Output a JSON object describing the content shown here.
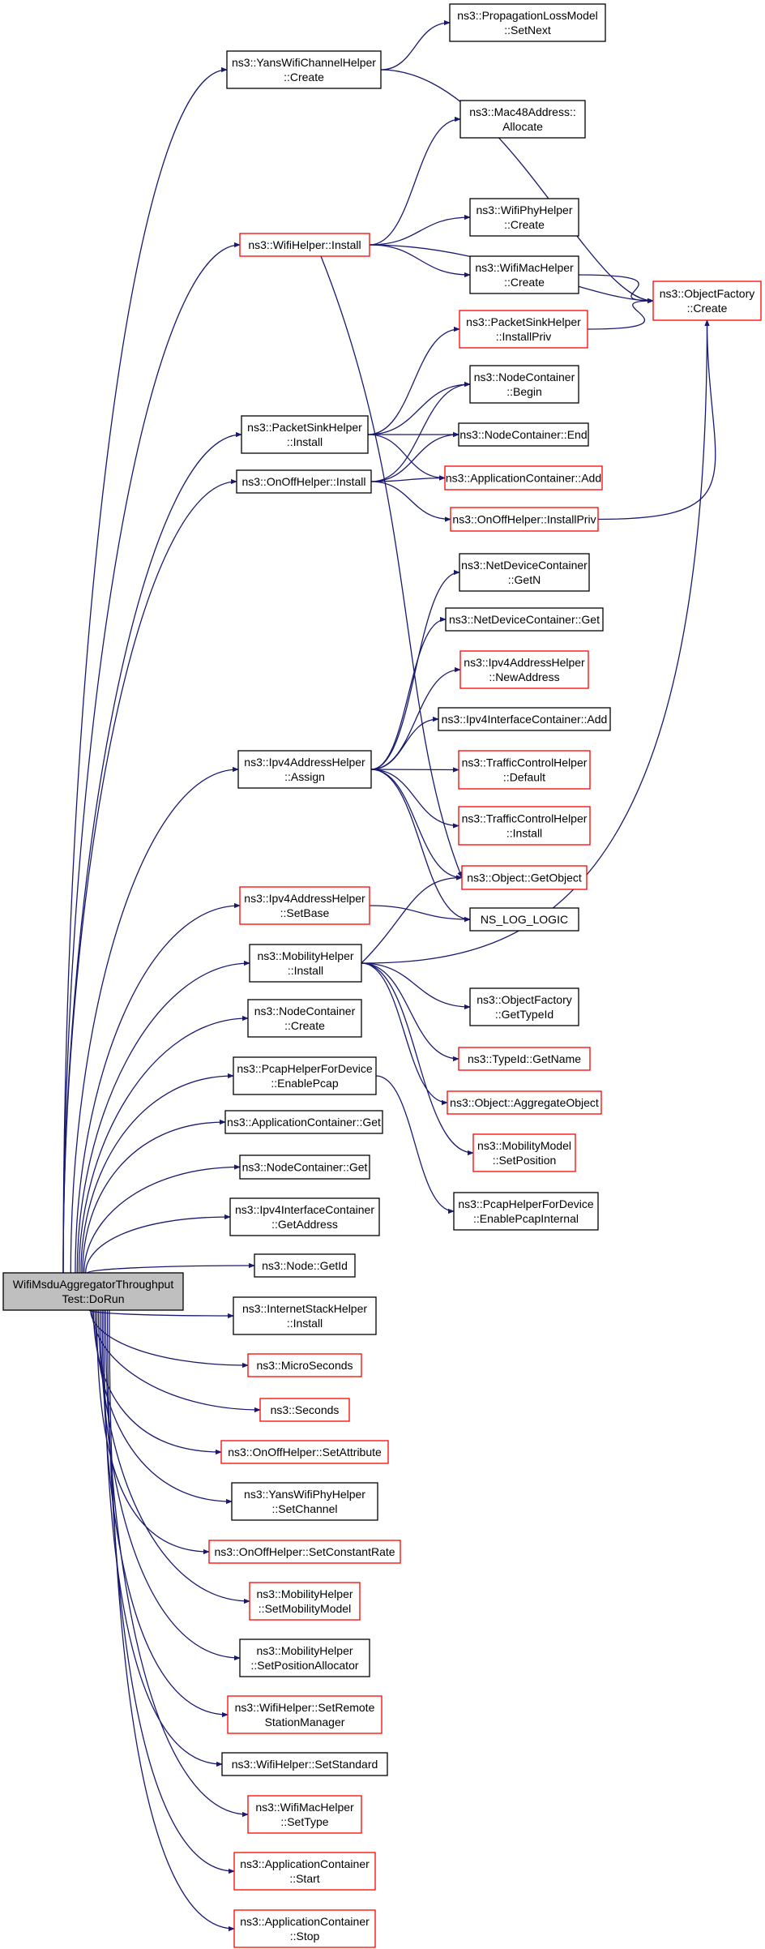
{
  "colors": {
    "edge": "#191970",
    "border_normal": "#000000",
    "border_truncated": "#ff0000",
    "root_fill": "#bfbfbf",
    "node_fill": "#ffffff"
  },
  "root": {
    "id": "root",
    "lines": [
      "WifiMsduAggregatorThroughput",
      "Test::DoRun"
    ]
  },
  "nodes": [
    {
      "id": "yans_channel_create",
      "lines": [
        "ns3::YansWifiChannelHelper",
        "::Create"
      ],
      "truncated": false
    },
    {
      "id": "prop_setnext",
      "lines": [
        "ns3::PropagationLossModel",
        "::SetNext"
      ],
      "truncated": false
    },
    {
      "id": "mac48_allocate",
      "lines": [
        "ns3::Mac48Address::",
        "Allocate"
      ],
      "truncated": false
    },
    {
      "id": "wifi_install",
      "lines": [
        "ns3::WifiHelper::Install"
      ],
      "truncated": true
    },
    {
      "id": "wifiphy_create",
      "lines": [
        "ns3::WifiPhyHelper",
        "::Create"
      ],
      "truncated": false
    },
    {
      "id": "wifimac_create",
      "lines": [
        "ns3::WifiMacHelper",
        "::Create"
      ],
      "truncated": false
    },
    {
      "id": "objfactory_create",
      "lines": [
        "ns3::ObjectFactory",
        "::Create"
      ],
      "truncated": true
    },
    {
      "id": "packetsink_installpriv",
      "lines": [
        "ns3::PacketSinkHelper",
        "::InstallPriv"
      ],
      "truncated": true
    },
    {
      "id": "nodecontainer_begin",
      "lines": [
        "ns3::NodeContainer",
        "::Begin"
      ],
      "truncated": false
    },
    {
      "id": "packetsink_install",
      "lines": [
        "ns3::PacketSinkHelper",
        "::Install"
      ],
      "truncated": false
    },
    {
      "id": "nodecontainer_end",
      "lines": [
        "ns3::NodeContainer::End"
      ],
      "truncated": false
    },
    {
      "id": "onoff_install",
      "lines": [
        "ns3::OnOffHelper::Install"
      ],
      "truncated": false
    },
    {
      "id": "appcontainer_add",
      "lines": [
        "ns3::ApplicationContainer::Add"
      ],
      "truncated": true
    },
    {
      "id": "onoff_installpriv",
      "lines": [
        "ns3::OnOffHelper::InstallPriv"
      ],
      "truncated": true
    },
    {
      "id": "netdev_getn",
      "lines": [
        "ns3::NetDeviceContainer",
        "::GetN"
      ],
      "truncated": false
    },
    {
      "id": "netdev_get",
      "lines": [
        "ns3::NetDeviceContainer::Get"
      ],
      "truncated": false
    },
    {
      "id": "ipv4addr_newaddress",
      "lines": [
        "ns3::Ipv4AddressHelper",
        "::NewAddress"
      ],
      "truncated": true
    },
    {
      "id": "ipv4if_add",
      "lines": [
        "ns3::Ipv4InterfaceContainer::Add"
      ],
      "truncated": false
    },
    {
      "id": "ipv4addr_assign",
      "lines": [
        "ns3::Ipv4AddressHelper",
        "::Assign"
      ],
      "truncated": false
    },
    {
      "id": "tc_default",
      "lines": [
        "ns3::TrafficControlHelper",
        "::Default"
      ],
      "truncated": true
    },
    {
      "id": "tc_install",
      "lines": [
        "ns3::TrafficControlHelper",
        "::Install"
      ],
      "truncated": true
    },
    {
      "id": "object_getobject",
      "lines": [
        "ns3::Object::GetObject"
      ],
      "truncated": true
    },
    {
      "id": "ipv4addr_setbase",
      "lines": [
        "ns3::Ipv4AddressHelper",
        "::SetBase"
      ],
      "truncated": true
    },
    {
      "id": "ns_log_logic",
      "lines": [
        "NS_LOG_LOGIC"
      ],
      "truncated": false
    },
    {
      "id": "mobility_install",
      "lines": [
        "ns3::MobilityHelper",
        "::Install"
      ],
      "truncated": false
    },
    {
      "id": "objfactory_gettypeid",
      "lines": [
        "ns3::ObjectFactory",
        "::GetTypeId"
      ],
      "truncated": false
    },
    {
      "id": "nodecontainer_create",
      "lines": [
        "ns3::NodeContainer",
        "::Create"
      ],
      "truncated": false
    },
    {
      "id": "typeid_getname",
      "lines": [
        "ns3::TypeId::GetName"
      ],
      "truncated": true
    },
    {
      "id": "pcap_enablepcap",
      "lines": [
        "ns3::PcapHelperForDevice",
        "::EnablePcap"
      ],
      "truncated": false
    },
    {
      "id": "object_aggregate",
      "lines": [
        "ns3::Object::AggregateObject"
      ],
      "truncated": true
    },
    {
      "id": "appcontainer_get",
      "lines": [
        "ns3::ApplicationContainer::Get"
      ],
      "truncated": false
    },
    {
      "id": "mobilitymodel_setposition",
      "lines": [
        "ns3::MobilityModel",
        "::SetPosition"
      ],
      "truncated": true
    },
    {
      "id": "nodecontainer_get",
      "lines": [
        "ns3::NodeContainer::Get"
      ],
      "truncated": false
    },
    {
      "id": "pcap_enablepcapinternal",
      "lines": [
        "ns3::PcapHelperForDevice",
        "::EnablePcapInternal"
      ],
      "truncated": false
    },
    {
      "id": "ipv4if_getaddress",
      "lines": [
        "ns3::Ipv4InterfaceContainer",
        "::GetAddress"
      ],
      "truncated": false
    },
    {
      "id": "node_getid",
      "lines": [
        "ns3::Node::GetId"
      ],
      "truncated": false
    },
    {
      "id": "internetstack_install",
      "lines": [
        "ns3::InternetStackHelper",
        "::Install"
      ],
      "truncated": false
    },
    {
      "id": "microseconds",
      "lines": [
        "ns3::MicroSeconds"
      ],
      "truncated": true
    },
    {
      "id": "seconds",
      "lines": [
        "ns3::Seconds"
      ],
      "truncated": true
    },
    {
      "id": "onoff_setattribute",
      "lines": [
        "ns3::OnOffHelper::SetAttribute"
      ],
      "truncated": true
    },
    {
      "id": "yansphy_setchannel",
      "lines": [
        "ns3::YansWifiPhyHelper",
        "::SetChannel"
      ],
      "truncated": false
    },
    {
      "id": "onoff_setconstantrate",
      "lines": [
        "ns3::OnOffHelper::SetConstantRate"
      ],
      "truncated": true
    },
    {
      "id": "mobility_setmodel",
      "lines": [
        "ns3::MobilityHelper",
        "::SetMobilityModel"
      ],
      "truncated": true
    },
    {
      "id": "mobility_setposalloc",
      "lines": [
        "ns3::MobilityHelper",
        "::SetPositionAllocator"
      ],
      "truncated": false
    },
    {
      "id": "wifi_setremote",
      "lines": [
        "ns3::WifiHelper::SetRemote",
        "StationManager"
      ],
      "truncated": true
    },
    {
      "id": "wifi_setstandard",
      "lines": [
        "ns3::WifiHelper::SetStandard"
      ],
      "truncated": false
    },
    {
      "id": "wifimac_settype",
      "lines": [
        "ns3::WifiMacHelper",
        "::SetType"
      ],
      "truncated": true
    },
    {
      "id": "appcontainer_start",
      "lines": [
        "ns3::ApplicationContainer",
        "::Start"
      ],
      "truncated": true
    },
    {
      "id": "appcontainer_stop",
      "lines": [
        "ns3::ApplicationContainer",
        "::Stop"
      ],
      "truncated": true
    }
  ],
  "edges": [
    [
      "root",
      "yans_channel_create"
    ],
    [
      "root",
      "wifi_install"
    ],
    [
      "root",
      "packetsink_install"
    ],
    [
      "root",
      "onoff_install"
    ],
    [
      "root",
      "ipv4addr_assign"
    ],
    [
      "root",
      "ipv4addr_setbase"
    ],
    [
      "root",
      "mobility_install"
    ],
    [
      "root",
      "nodecontainer_create"
    ],
    [
      "root",
      "pcap_enablepcap"
    ],
    [
      "root",
      "appcontainer_get"
    ],
    [
      "root",
      "nodecontainer_get"
    ],
    [
      "root",
      "ipv4if_getaddress"
    ],
    [
      "root",
      "node_getid"
    ],
    [
      "root",
      "internetstack_install"
    ],
    [
      "root",
      "microseconds"
    ],
    [
      "root",
      "seconds"
    ],
    [
      "root",
      "onoff_setattribute"
    ],
    [
      "root",
      "yansphy_setchannel"
    ],
    [
      "root",
      "onoff_setconstantrate"
    ],
    [
      "root",
      "mobility_setmodel"
    ],
    [
      "root",
      "mobility_setposalloc"
    ],
    [
      "root",
      "wifi_setremote"
    ],
    [
      "root",
      "wifi_setstandard"
    ],
    [
      "root",
      "wifimac_settype"
    ],
    [
      "root",
      "appcontainer_start"
    ],
    [
      "root",
      "appcontainer_stop"
    ],
    [
      "yans_channel_create",
      "prop_setnext"
    ],
    [
      "yans_channel_create",
      "objfactory_create"
    ],
    [
      "wifi_install",
      "mac48_allocate"
    ],
    [
      "wifi_install",
      "objfactory_create"
    ],
    [
      "wifi_install",
      "wifiphy_create"
    ],
    [
      "wifi_install",
      "wifimac_create"
    ],
    [
      "wifi_install",
      "object_getobject"
    ],
    [
      "wifimac_create",
      "objfactory_create"
    ],
    [
      "packetsink_installpriv",
      "objfactory_create"
    ],
    [
      "packetsink_install",
      "packetsink_installpriv"
    ],
    [
      "packetsink_install",
      "nodecontainer_begin"
    ],
    [
      "packetsink_install",
      "nodecontainer_end"
    ],
    [
      "packetsink_install",
      "appcontainer_add"
    ],
    [
      "onoff_install",
      "nodecontainer_begin"
    ],
    [
      "onoff_install",
      "nodecontainer_end"
    ],
    [
      "onoff_install",
      "appcontainer_add"
    ],
    [
      "onoff_install",
      "onoff_installpriv"
    ],
    [
      "onoff_installpriv",
      "objfactory_create"
    ],
    [
      "ipv4addr_assign",
      "netdev_getn"
    ],
    [
      "ipv4addr_assign",
      "netdev_get"
    ],
    [
      "ipv4addr_assign",
      "ipv4addr_newaddress"
    ],
    [
      "ipv4addr_assign",
      "ipv4if_add"
    ],
    [
      "ipv4addr_assign",
      "tc_default"
    ],
    [
      "ipv4addr_assign",
      "tc_install"
    ],
    [
      "ipv4addr_assign",
      "object_getobject"
    ],
    [
      "ipv4addr_assign",
      "ns_log_logic"
    ],
    [
      "ipv4addr_setbase",
      "ns_log_logic"
    ],
    [
      "mobility_install",
      "object_getobject"
    ],
    [
      "mobility_install",
      "objfactory_create"
    ],
    [
      "mobility_install",
      "objfactory_gettypeid"
    ],
    [
      "mobility_install",
      "typeid_getname"
    ],
    [
      "mobility_install",
      "object_aggregate"
    ],
    [
      "mobility_install",
      "mobilitymodel_setposition"
    ],
    [
      "pcap_enablepcap",
      "pcap_enablepcapinternal"
    ]
  ]
}
